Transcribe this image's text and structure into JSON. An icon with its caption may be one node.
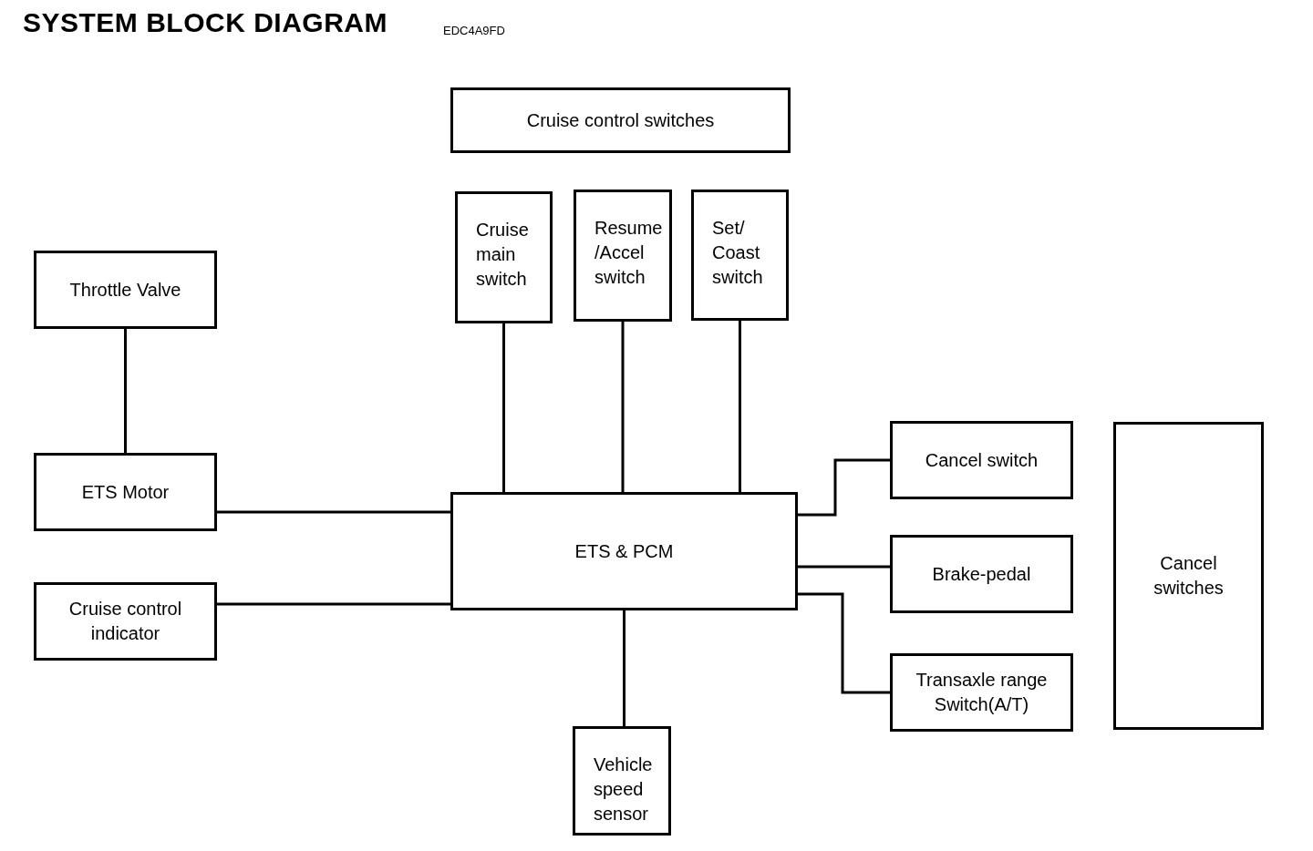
{
  "diagram": {
    "title": "SYSTEM BLOCK DIAGRAM",
    "nodes": [
      {
        "text": [
          "Cruise control switches"
        ]
      },
      {
        "text": [
          "Cruise main switch"
        ]
      },
      {
        "text": [
          "Resume /Accel switch"
        ]
      },
      {
        "text": [
          "Set/ Coast switch"
        ]
      },
      {
        "text": [
          "Throttle Valve"
        ]
      },
      {
        "text": [
          "ETS Motor"
        ]
      },
      {
        "text": [
          "Cruise control indicator"
        ]
      },
      {
        "text": [
          "ETS & PCM"
        ]
      },
      {
        "text": [
          "Cancel switch"
        ]
      },
      {
        "text": [
          "Brake-pedal"
        ]
      },
      {
        "text": [
          "Transaxle range Switch(A/T)"
        ]
      },
      {
        "text": [
          "Cancel switches"
        ]
      },
      {
        "text": [
          "Vehicle speed sensor"
        ]
      }
    ],
    "edges": [
      {
        "from": 4,
        "to": 5,
        "arrow": "none"
      },
      {
        "from": 5,
        "to": 7,
        "arrow": "none"
      },
      {
        "from": 6,
        "to": 7,
        "arrow": "none"
      },
      {
        "from": 1,
        "to": 7,
        "arrow": "none"
      },
      {
        "from": 2,
        "to": 7,
        "arrow": "none"
      },
      {
        "from": 3,
        "to": 7,
        "arrow": "none"
      },
      {
        "from": 7,
        "to": 8,
        "arrow": "none"
      },
      {
        "from": 7,
        "to": 9,
        "arrow": "none"
      },
      {
        "from": 7,
        "to": 10,
        "arrow": "none"
      },
      {
        "from": 7,
        "to": 12,
        "arrow": "none"
      }
    ],
    "labels": [
      "EDC4A9FD"
    ]
  }
}
